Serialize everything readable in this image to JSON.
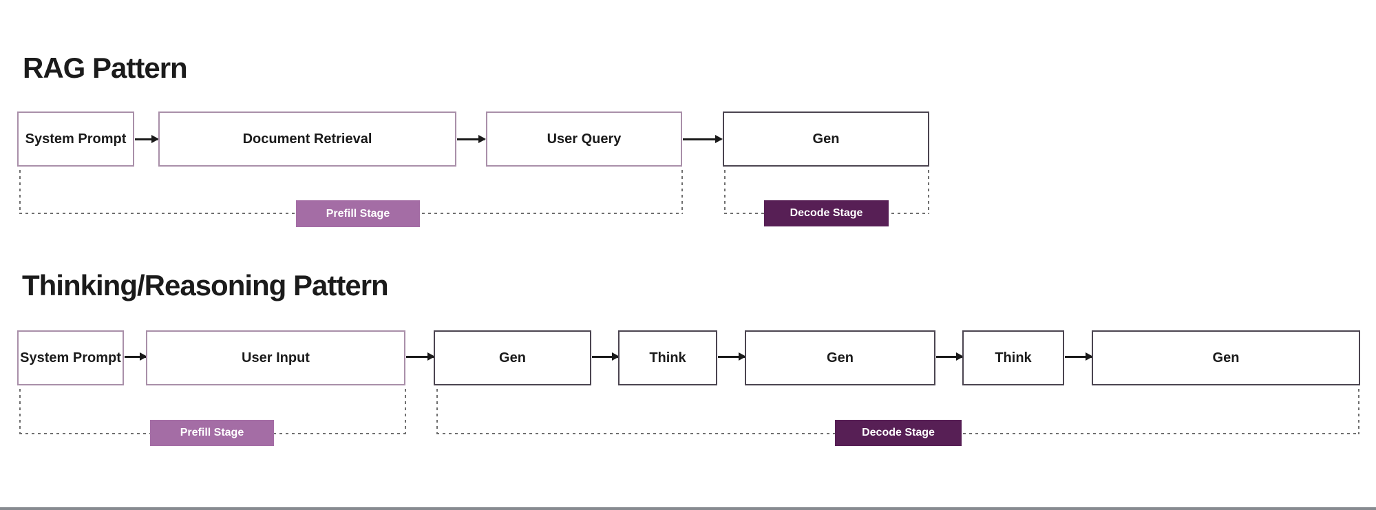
{
  "colors": {
    "background": "#ffffff",
    "ink": "#1b1b1b",
    "light_border": "#a98fa9",
    "dark_border": "#4b4450",
    "prefill": "#a46da5",
    "decode": "#571f55",
    "stage_text": "#ffffff",
    "arrow": "#1a1a1a",
    "dash": "#6f6f6f",
    "rule": "#878b90"
  },
  "sections": [
    {
      "title": "RAG Pattern",
      "nodes": [
        {
          "label": "System Prompt",
          "style": "light"
        },
        {
          "label": "Document Retrieval",
          "style": "light"
        },
        {
          "label": "User Query",
          "style": "light"
        },
        {
          "label": "Gen",
          "style": "dark"
        }
      ],
      "stages": [
        {
          "label": "Prefill Stage",
          "kind": "prefill"
        },
        {
          "label": "Decode Stage",
          "kind": "decode"
        }
      ]
    },
    {
      "title": "Thinking/Reasoning Pattern",
      "nodes": [
        {
          "label": "System Prompt",
          "style": "light"
        },
        {
          "label": "User Input",
          "style": "light"
        },
        {
          "label": "Gen",
          "style": "dark"
        },
        {
          "label": "Think",
          "style": "dark"
        },
        {
          "label": "Gen",
          "style": "dark"
        },
        {
          "label": "Think",
          "style": "dark"
        },
        {
          "label": "Gen",
          "style": "dark"
        }
      ],
      "stages": [
        {
          "label": "Prefill Stage",
          "kind": "prefill"
        },
        {
          "label": "Decode Stage",
          "kind": "decode"
        }
      ]
    }
  ]
}
